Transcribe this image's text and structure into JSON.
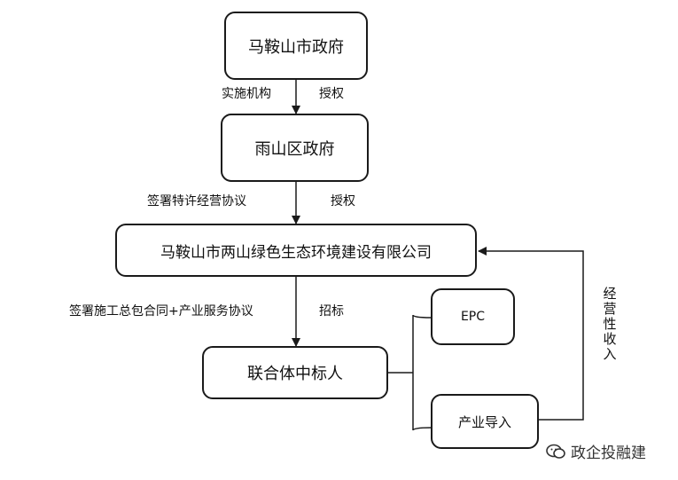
{
  "nodes": {
    "city_gov": "马鞍山市政府",
    "district_gov": "雨山区政府",
    "company": "马鞍山市两山绿色生态环境建设有限公司",
    "consortium": "联合体中标人",
    "epc": "EPC",
    "industry": "产业导入"
  },
  "labels": {
    "impl_agency": "实施机构",
    "auth_1": "授权",
    "sign_franchise": "签署特许经营协议",
    "auth_2": "授权",
    "sign_contract": "签署施工总包合同+产业服务协议",
    "tender": "招标",
    "operating_income": "经营性收入"
  },
  "watermark": "政企投融建",
  "colors": {
    "line": "#1a1a1a",
    "text": "#111111",
    "background": "#ffffff"
  }
}
